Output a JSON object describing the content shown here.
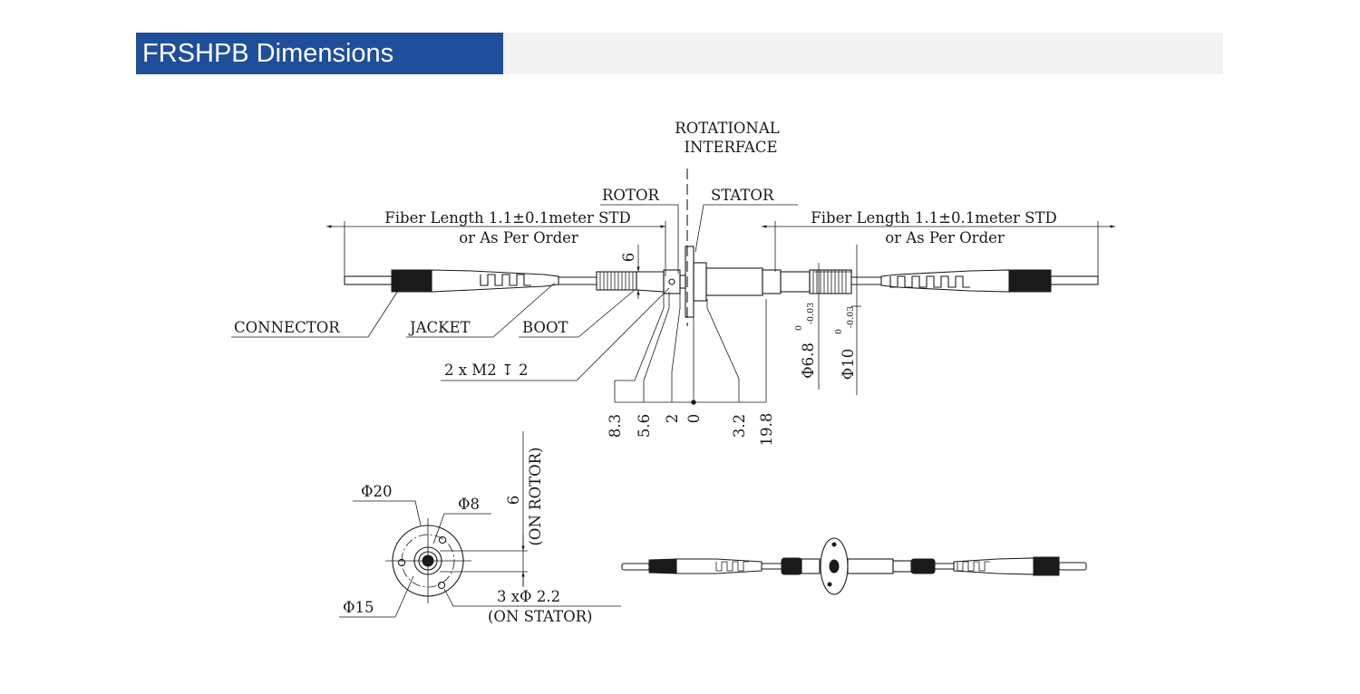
{
  "header": {
    "title": "FRSHPB Dimensions",
    "title_bg_color": "#1f4e9a",
    "bar_bg_color": "#f2f2f2"
  },
  "diagram": {
    "rotational_interface_line1": "ROTATIONAL",
    "rotational_interface_line2": "INTERFACE",
    "rotor": "ROTOR",
    "stator": "STATOR",
    "fiber_length_line1": "Fiber Length 1.1±0.1meter STD",
    "fiber_length_line2": "or As Per Order",
    "connector": "CONNECTOR",
    "jacket": "JACKET",
    "boot": "BOOT",
    "screw_callout": "2 x  M2 ↧ 2",
    "dim_6_top": "6",
    "dim_8_3": "8.3",
    "dim_5_6": "5.6",
    "dim_2": "2",
    "dim_0": "0",
    "dim_3_2": "3.2",
    "dim_19_8": "19.8",
    "dia_6_8": "Φ6.8",
    "dia_10": "Φ10",
    "tol_upper": "0",
    "tol_lower": "-0.03",
    "dia_20": "Φ20",
    "dia_8": "Φ8",
    "dia_15": "Φ15",
    "dim_6_side": "6",
    "on_rotor": "(ON ROTOR)",
    "holes_callout": "3 xΦ 2.2",
    "on_stator": "(ON STATOR)"
  }
}
